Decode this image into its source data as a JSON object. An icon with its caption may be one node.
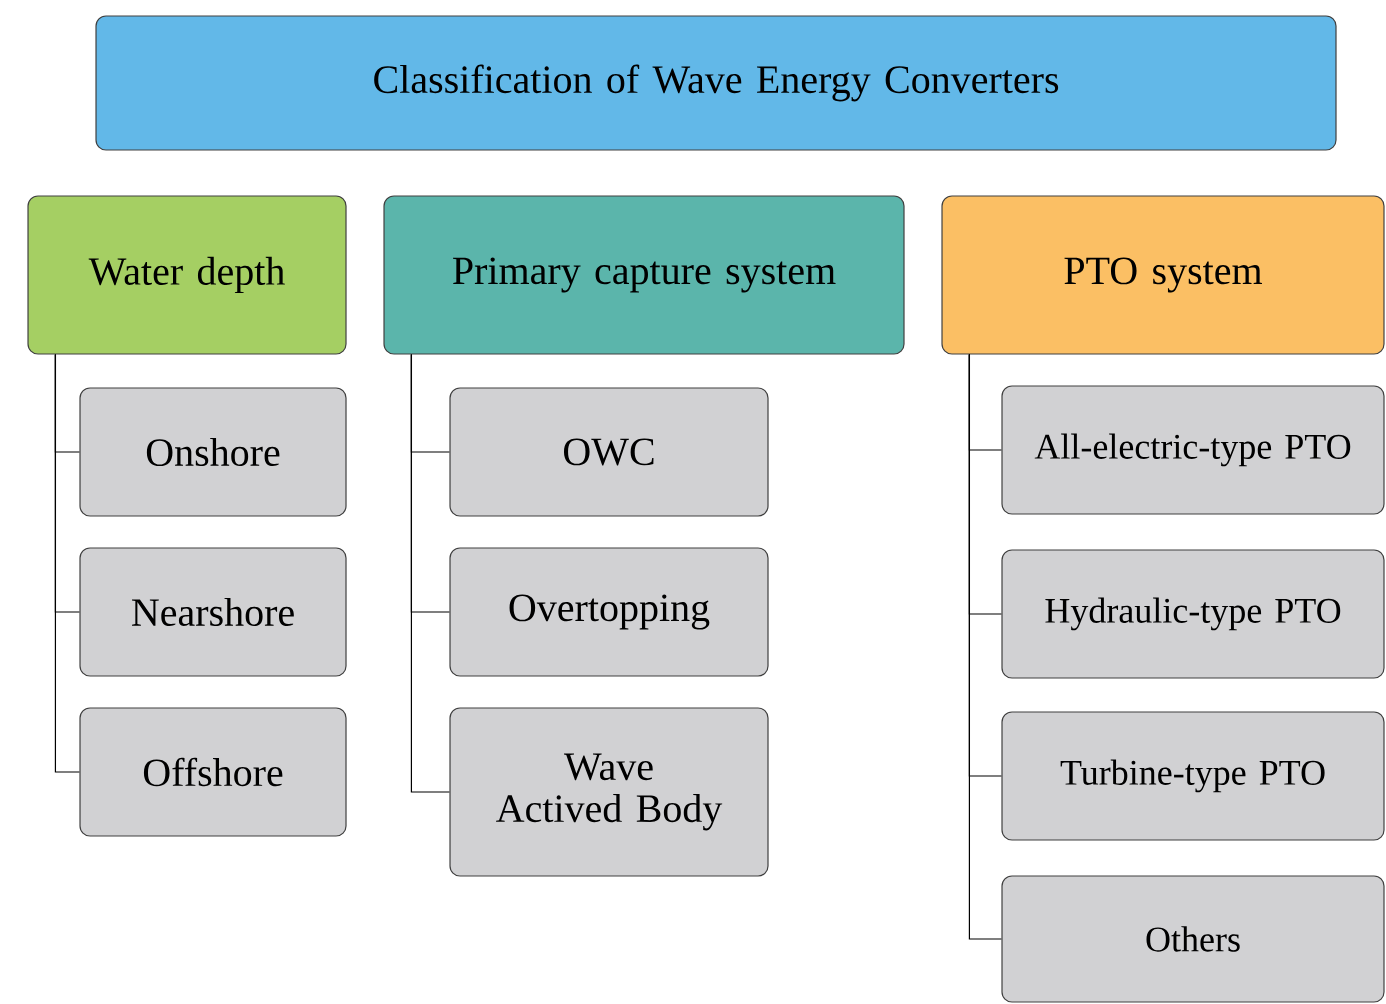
{
  "diagram": {
    "nodes": [
      {
        "text": [
          "Classification of Wave Energy Converters"
        ]
      },
      {
        "text": [
          "Water depth"
        ]
      },
      {
        "text": [
          "Onshore"
        ]
      },
      {
        "text": [
          "Nearshore"
        ]
      },
      {
        "text": [
          "Offshore"
        ]
      },
      {
        "text": [
          "Primary capture system"
        ]
      },
      {
        "text": [
          "OWC"
        ]
      },
      {
        "text": [
          "Overtopping"
        ]
      },
      {
        "text": [
          "Wave Actived Body"
        ]
      },
      {
        "text": [
          "PTO system"
        ]
      },
      {
        "text": [
          "All-electric-type PTO"
        ]
      },
      {
        "text": [
          "Hydraulic-type PTO"
        ]
      },
      {
        "text": [
          "Turbine-type PTO"
        ]
      },
      {
        "text": [
          "Others"
        ]
      }
    ],
    "edges": [
      {
        "from": 1,
        "to": 2,
        "arrow": "none"
      },
      {
        "from": 1,
        "to": 3,
        "arrow": "none"
      },
      {
        "from": 1,
        "to": 4,
        "arrow": "none"
      },
      {
        "from": 5,
        "to": 6,
        "arrow": "none"
      },
      {
        "from": 5,
        "to": 7,
        "arrow": "none"
      },
      {
        "from": 5,
        "to": 8,
        "arrow": "none"
      },
      {
        "from": 9,
        "to": 10,
        "arrow": "none"
      },
      {
        "from": 9,
        "to": 11,
        "arrow": "none"
      },
      {
        "from": 9,
        "to": 12,
        "arrow": "none"
      },
      {
        "from": 9,
        "to": 13,
        "arrow": "none"
      }
    ]
  }
}
